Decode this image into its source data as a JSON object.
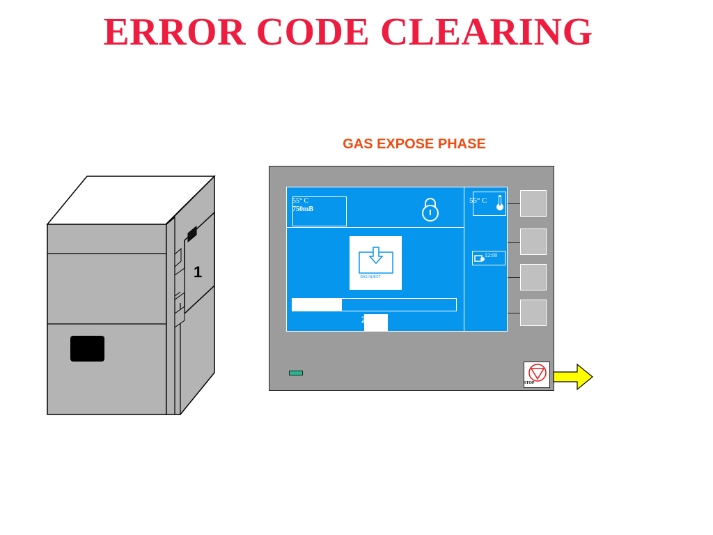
{
  "title": "ERROR CODE CLEARING",
  "subtitle": "GAS EXPOSE PHASE",
  "machine": {
    "door_number": "1"
  },
  "screen": {
    "status_temp": "55° C",
    "status_pressure": "750mB",
    "temp_readout": "55° C",
    "clock": "12:00",
    "phase_label": "GAS INJECT",
    "cycle_code": "251",
    "progress_fraction": 0.3
  },
  "stop_label": "STOP",
  "colors": {
    "title": "#ee1c3e",
    "subtitle": "#f04a10",
    "screen": "#0796ee",
    "panel": "#9c9c9c",
    "machine": "#b4b4b4",
    "arrow": "#ffff00",
    "led": "#1fb890"
  },
  "icons": [
    "lock-icon",
    "thermometer-icon",
    "clock-icon",
    "gas-inject-icon",
    "stop-icon",
    "arrow-right-icon"
  ]
}
